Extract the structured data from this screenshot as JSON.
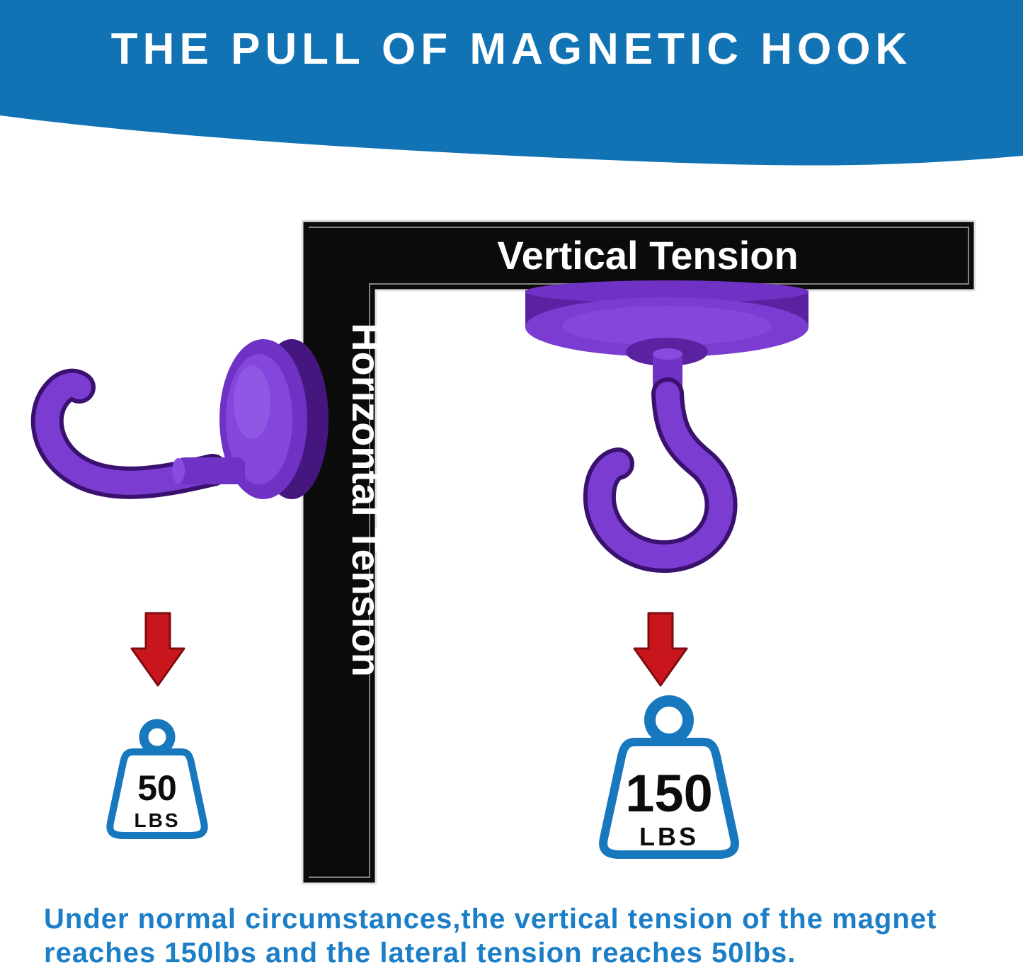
{
  "header": {
    "title": "THE PULL OF MAGNETIC HOOK"
  },
  "structure": {
    "vertical_tension_label": "Vertical Tension",
    "horizontal_tension_label": "Horizontal Tension"
  },
  "weights": {
    "horizontal": {
      "value": "50",
      "unit": "LBS"
    },
    "vertical": {
      "value": "150",
      "unit": "LBS"
    }
  },
  "caption": {
    "line1": "Under normal circumstances,the vertical tension of the magnet",
    "line2": "reaches 150lbs and the lateral tension reaches 50lbs."
  },
  "colors": {
    "header_blue": "#1173b3",
    "bar_black": "#0b0b0b",
    "hook_purple": "#7b3dd1",
    "hook_purple_dark": "#3b1170",
    "arrow_red": "#c9161d",
    "weight_blue": "#1778be",
    "caption_blue": "#1b7ec6"
  }
}
